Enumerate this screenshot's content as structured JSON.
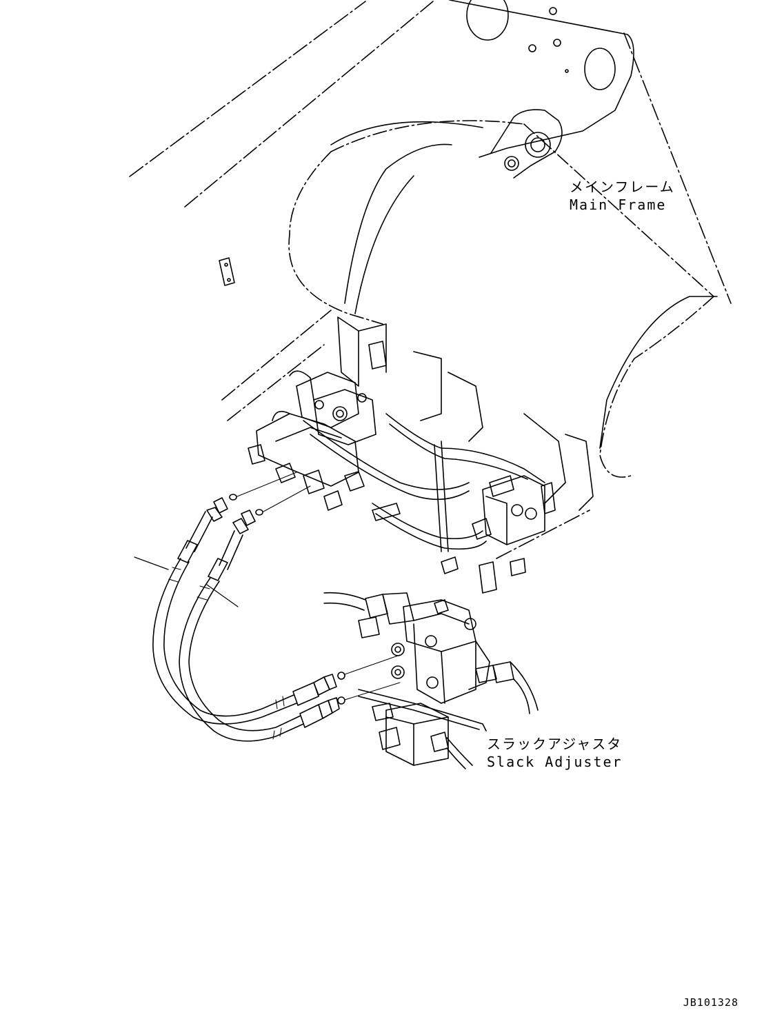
{
  "labels": {
    "main_frame": {
      "jp": "メインフレーム",
      "en": "Main Frame"
    },
    "slack_adjuster": {
      "jp": "スラックアジャスタ",
      "en": "Slack Adjuster"
    }
  },
  "drawing_code": "JB101328",
  "colors": {
    "line": "#000000",
    "background": "#ffffff"
  }
}
